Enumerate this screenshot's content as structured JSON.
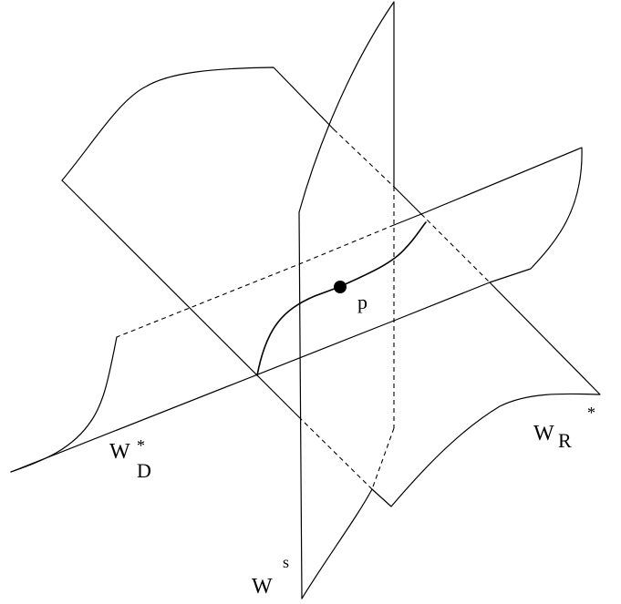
{
  "labels": {
    "w_d": {
      "base": "W",
      "sup": "*",
      "sub": "D"
    },
    "w_r": {
      "base": "W",
      "sup": "*",
      "sub": "R"
    },
    "w_s": {
      "base": "W",
      "sup": "s"
    },
    "point": "p"
  }
}
